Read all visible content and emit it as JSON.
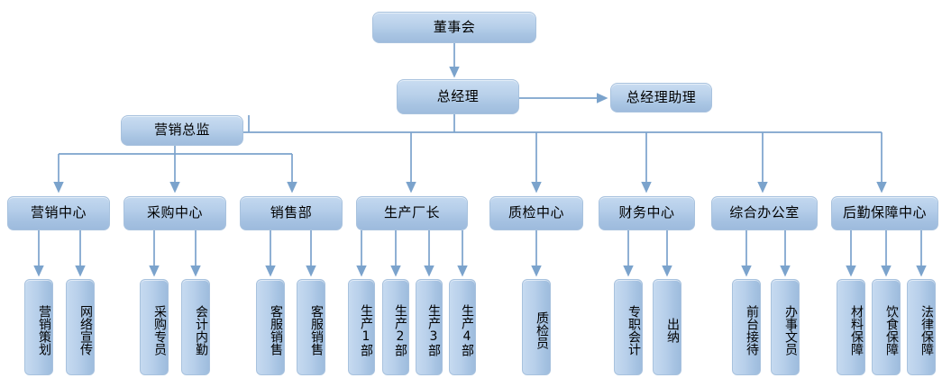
{
  "diagram": {
    "title_nodes": {
      "board": "董事会",
      "general_manager": "总经理",
      "gm_assistant": "总经理助理",
      "marketing_director": "营销总监"
    },
    "departments": [
      {
        "label": "营销中心"
      },
      {
        "label": "采购中心"
      },
      {
        "label": "销售部"
      },
      {
        "label": "生产厂长"
      },
      {
        "label": "质检中心"
      },
      {
        "label": "财务中心"
      },
      {
        "label": "综合办公室"
      },
      {
        "label": "后勤保障中心"
      }
    ],
    "positions": [
      {
        "label": "营销策划",
        "parent": "营销中心"
      },
      {
        "label": "网络宣传",
        "parent": "营销中心"
      },
      {
        "label": "采购专员",
        "parent": "采购中心"
      },
      {
        "label": "会计内勤",
        "parent": "采购中心"
      },
      {
        "label": "客服销售",
        "parent": "销售部"
      },
      {
        "label": "客服销售",
        "parent": "销售部"
      },
      {
        "label": "生产1部",
        "parent": "生产厂长"
      },
      {
        "label": "生产2部",
        "parent": "生产厂长"
      },
      {
        "label": "生产3部",
        "parent": "生产厂长"
      },
      {
        "label": "生产4部",
        "parent": "生产厂长"
      },
      {
        "label": "质检员",
        "parent": "质检中心"
      },
      {
        "label": "专职会计",
        "parent": "财务中心"
      },
      {
        "label": "出纳",
        "parent": "财务中心"
      },
      {
        "label": "前台接待",
        "parent": "综合办公室"
      },
      {
        "label": "办事文员",
        "parent": "综合办公室"
      },
      {
        "label": "材料保障",
        "parent": "后勤保障中心"
      },
      {
        "label": "饮食保障",
        "parent": "后勤保障中心"
      },
      {
        "label": "法律保障",
        "parent": "后勤保障中心"
      }
    ],
    "colors": {
      "box_fill_light": "#c3d8ef",
      "box_fill_dark": "#9dbbdd",
      "box_border": "#a8c2de",
      "connector": "#7ba3cc",
      "text": "#000000",
      "background": "#ffffff"
    }
  }
}
